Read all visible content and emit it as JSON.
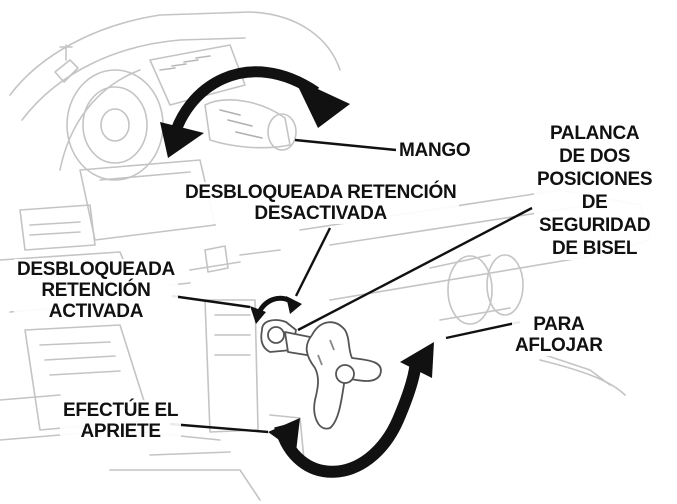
{
  "labels": {
    "mango": "MANGO",
    "palanca": [
      "PALANCA",
      "DE DOS",
      "POSICIONES",
      "DE",
      "SEGURIDAD",
      "DE BISEL"
    ],
    "desbloqueada_desactivada": [
      "DESBLOQUEADA RETENCIÓN",
      "DESACTIVADA"
    ],
    "desbloqueada_activada": [
      "DESBLOQUEADA",
      "RETENCIÓN",
      "ACTIVADA"
    ],
    "para_aflojar": [
      "PARA",
      "AFLOJAR"
    ],
    "efectue_apriete": [
      "EFECTÚE EL",
      "APRIETE"
    ]
  },
  "colors": {
    "line_light": "#c4c4c4",
    "line_dark": "#7a7a7a",
    "ink": "#111111"
  }
}
